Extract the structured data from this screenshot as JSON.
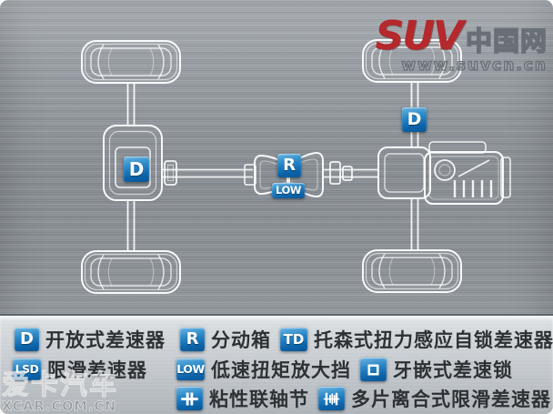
{
  "logo": {
    "brand": "SUV",
    "suffix": "中国网",
    "site": "www.suvcn.cn"
  },
  "watermark": {
    "title": "爱卡汽车",
    "site": "XCAR.COM.CN"
  },
  "diagram": {
    "front_diff_badge": "D",
    "rear_diff_badge": "D",
    "transfer_badge": "R",
    "low_badge": "LOW"
  },
  "legend": {
    "items": [
      {
        "badge": "D",
        "label": "开放式差速器"
      },
      {
        "badge": "R",
        "label": "分动箱"
      },
      {
        "badge": "TD",
        "label": "托森式扭力感应自锁差速器"
      },
      {
        "badge": "LSD",
        "label": "限滑差速器"
      },
      {
        "badge": "LOW",
        "label": "低速扭矩放大挡"
      },
      {
        "icon": "dog-clutch-icon",
        "label": "牙嵌式差速锁"
      },
      {
        "icon": "viscous-coupling-icon",
        "label": "粘性联轴节"
      },
      {
        "icon": "multi-plate-clutch-icon",
        "label": "多片离合式限滑差速器"
      }
    ]
  },
  "colors": {
    "badge_blue_top": "#6cb6e2",
    "badge_blue_bottom": "#0a5796",
    "suv_red": "#b5282c",
    "metal_gray": "#8a9096",
    "panel_gray": "#c7ccd1"
  }
}
